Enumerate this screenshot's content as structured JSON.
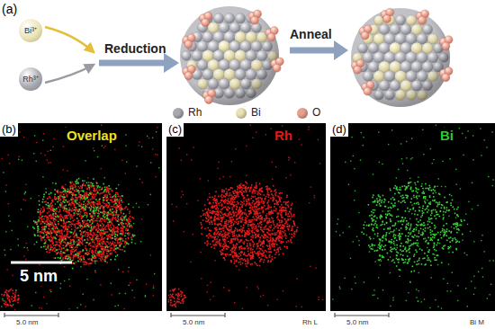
{
  "diagram": {
    "nodes": [
      {
        "text": [
          "Bi³⁺"
        ]
      },
      {
        "text": [
          "Rh³⁺"
        ]
      },
      {
        "text": [
          "(b)",
          "Overlap"
        ]
      },
      {
        "text": [
          "(c)",
          "Rh"
        ]
      },
      {
        "text": [
          "(d)",
          "Bi"
        ]
      }
    ],
    "labels": [
      "(a)",
      "Reduction",
      "Anneal",
      "5 nm",
      "5.0 nm",
      "5.0 nm",
      "5.0 nm",
      "Rh L",
      "Bi M"
    ],
    "legend": [
      {
        "text": "Rh",
        "color": "#a9a9b1"
      },
      {
        "text": "Bi",
        "color": "#ece3b4"
      },
      {
        "text": "O",
        "color": "#e8a190"
      }
    ]
  }
}
